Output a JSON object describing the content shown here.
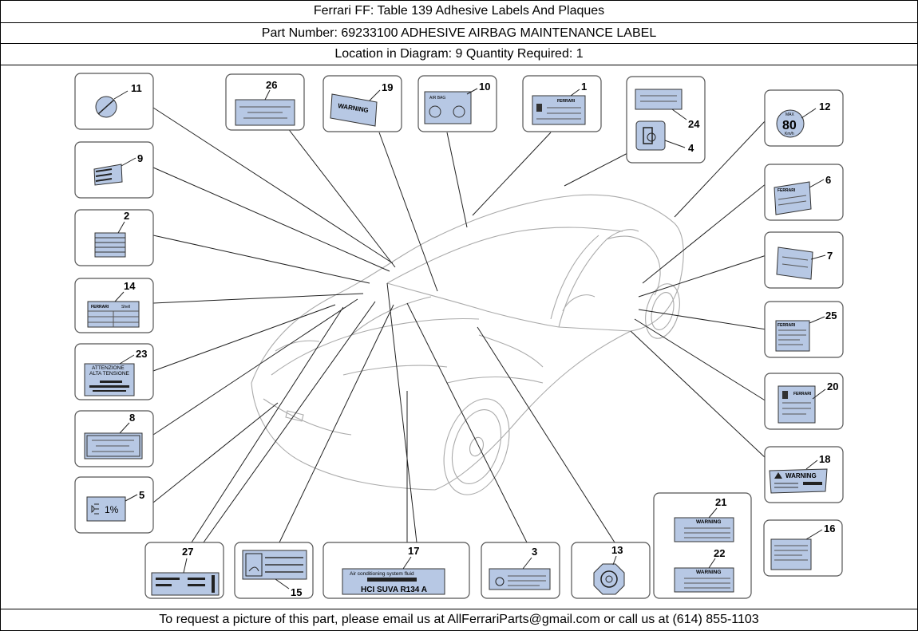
{
  "header": {
    "title": "Ferrari FF:   Table 139 Adhesive Labels And Plaques",
    "part": "Part Number: 69233100   ADHESIVE AIRBAG MAINTENANCE LABEL",
    "location": "Location in Diagram: 9   Quantity Required: 1"
  },
  "footer": {
    "text": "To request a picture of this part, please email us at AllFerrariParts@gmail.com or call us at (614) 855-1103"
  },
  "callouts": [
    "11",
    "26",
    "19",
    "10",
    "1",
    "24",
    "4",
    "12",
    "9",
    "6",
    "2",
    "7",
    "14",
    "25",
    "23",
    "20",
    "8",
    "18",
    "5",
    "21",
    "22",
    "16",
    "27",
    "15",
    "17",
    "3",
    "13"
  ],
  "label_text": {
    "warning": "WARNING",
    "airbag": "AIR BAG",
    "max": "MAX",
    "speed": "80",
    "kmh": "Km/h",
    "attenzione1": "ATTENZIONE",
    "attenzione2": "ALTA TENSIONE",
    "headlamp": "1%",
    "ac_line1": "Air conditioning system fluid",
    "ac_line2": "HCI SUVA R134 A",
    "ferrari": "FERRARI",
    "shell": "Shell"
  },
  "colors": {
    "label_fill": "#b7c8e4",
    "box_stroke": "#555555"
  }
}
